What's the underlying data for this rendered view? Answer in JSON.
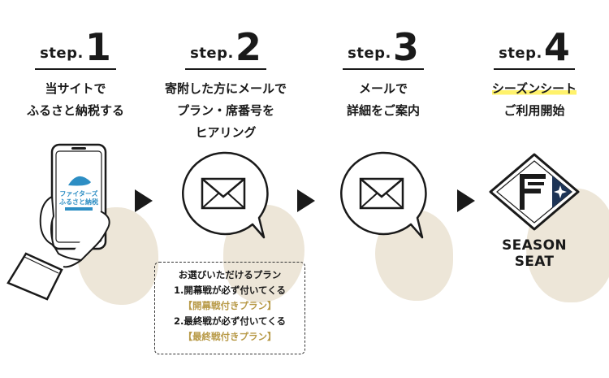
{
  "steps": [
    {
      "word": "step.",
      "num": "1",
      "line1": "当サイトで",
      "line2": "ふるさと納税する"
    },
    {
      "word": "step.",
      "num": "2",
      "line1": "寄附した方にメールで",
      "line2": "プラン・席番号を",
      "line3": "ヒアリング"
    },
    {
      "word": "step.",
      "num": "3",
      "line1": "メールで",
      "line2": "詳細をご案内"
    },
    {
      "word": "step.",
      "num": "4",
      "line1": "シーズンシート",
      "line2": "ご利用開始"
    }
  ],
  "phone": {
    "title_line1": "ファイターズ",
    "title_line2": "ふるさと納税"
  },
  "plans": {
    "heading": "お選びいただけるプラン",
    "opt1": "1.開幕戦が必ず付いてくる",
    "opt1_name": "【開幕戦付きプラン】",
    "opt2": "2.最終戦が必ず付いてくる",
    "opt2_name": "【最終戦付きプラン】"
  },
  "season_label": "SEASON SEAT",
  "colors": {
    "accent_gold": "#b89a48",
    "blob": "#ede6d8",
    "highlight": "#fff26b",
    "logo_navy": "#1d3456"
  }
}
